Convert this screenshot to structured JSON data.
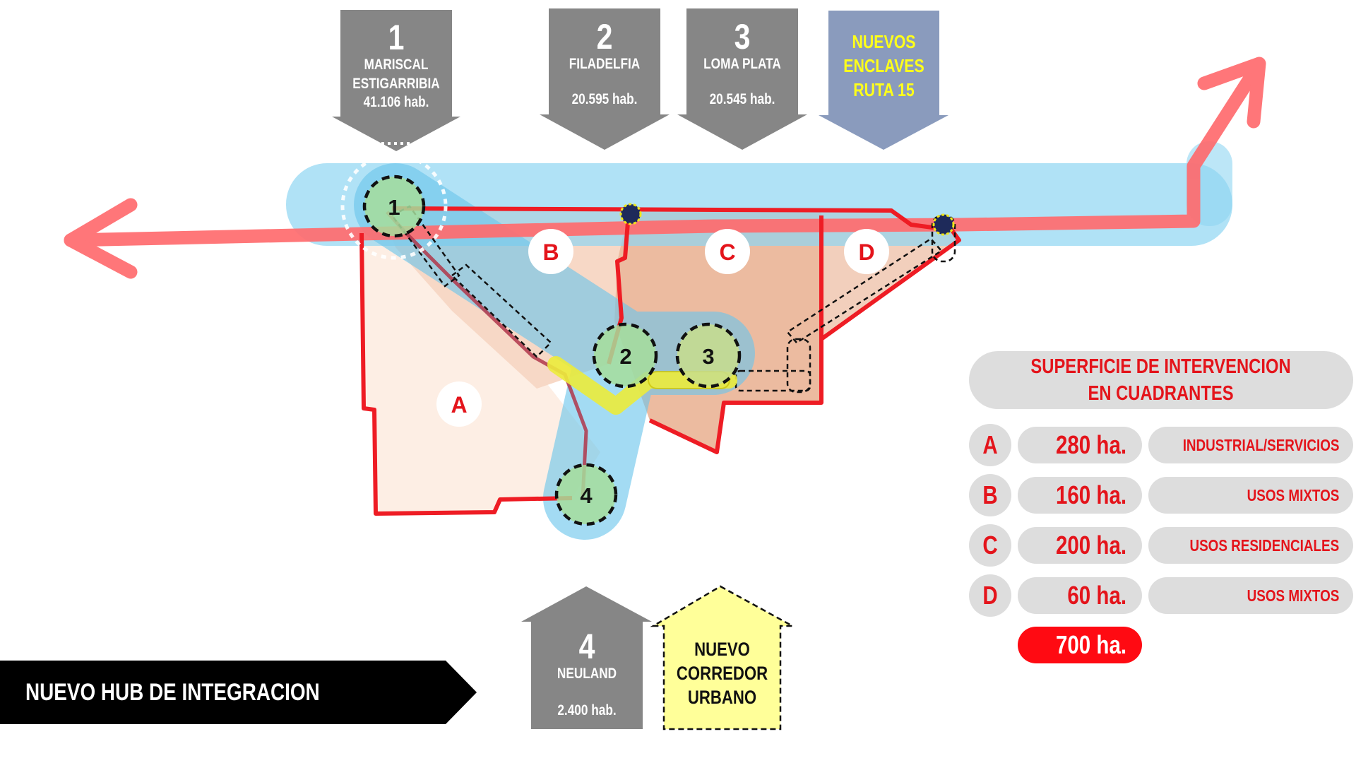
{
  "title": "NUEVO HUB DE INTEGRACION",
  "cities": [
    {
      "number": "1",
      "name_line1": "MARISCAL",
      "name_line2": "ESTIGARRIBIA",
      "population": "41.106 hab."
    },
    {
      "number": "2",
      "name_line1": "FILADELFIA",
      "name_line2": "",
      "population": "20.595 hab."
    },
    {
      "number": "3",
      "name_line1": "LOMA PLATA",
      "name_line2": "",
      "population": "20.545 hab."
    },
    {
      "number": "4",
      "name_line1": "NEULAND",
      "name_line2": "",
      "population": "2.400 hab."
    }
  ],
  "enclaves": {
    "line1": "NUEVOS",
    "line2": "ENCLAVES",
    "line3": "RUTA 15"
  },
  "corridor": {
    "line1": "NUEVO",
    "line2": "CORREDOR",
    "line3": "URBANO"
  },
  "hub_labels": [
    "1",
    "2",
    "3",
    "4"
  ],
  "quadrant_map_labels": [
    "A",
    "B",
    "C",
    "D"
  ],
  "surface": {
    "title_line1": "SUPERFICIE DE INTERVENCION",
    "title_line2": "EN CUADRANTES",
    "rows": [
      {
        "letter": "A",
        "area": "280 ha.",
        "use": "INDUSTRIAL/SERVICIOS"
      },
      {
        "letter": "B",
        "area": "160 ha.",
        "use": "USOS MIXTOS"
      },
      {
        "letter": "C",
        "area": "200 ha.",
        "use": "USOS RESIDENCIALES"
      },
      {
        "letter": "D",
        "area": "60 ha.",
        "use": "USOS MIXTOS"
      }
    ],
    "total": "700 ha."
  },
  "colors": {
    "boundary_red": "#ee1c24",
    "road_red": "#ff6b6e",
    "corridor_blue": "#8fd6f2",
    "hub_green": "#9fd89a",
    "yellow": "#ecec3c",
    "arrow_gray": "#868686",
    "enclave_blue": "#8a9bbd",
    "enclave_text": "#ffff1a"
  }
}
